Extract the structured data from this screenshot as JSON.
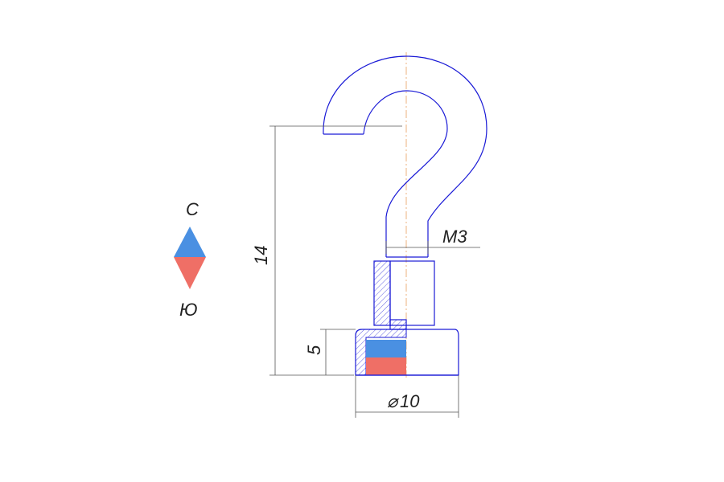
{
  "legend": {
    "north_label": "С",
    "south_label": "Ю",
    "north_color": "#4a90e2",
    "south_color": "#ef6f66"
  },
  "dimensions": {
    "height_total": "14",
    "height_base": "5",
    "thread": "M3",
    "diameter": "10",
    "diameter_symbol": "⌀"
  },
  "colors": {
    "outline": "#1a1ad6",
    "dimension_line": "#555555",
    "center_line": "#e8a060",
    "hatch": "#1a1ad6"
  }
}
